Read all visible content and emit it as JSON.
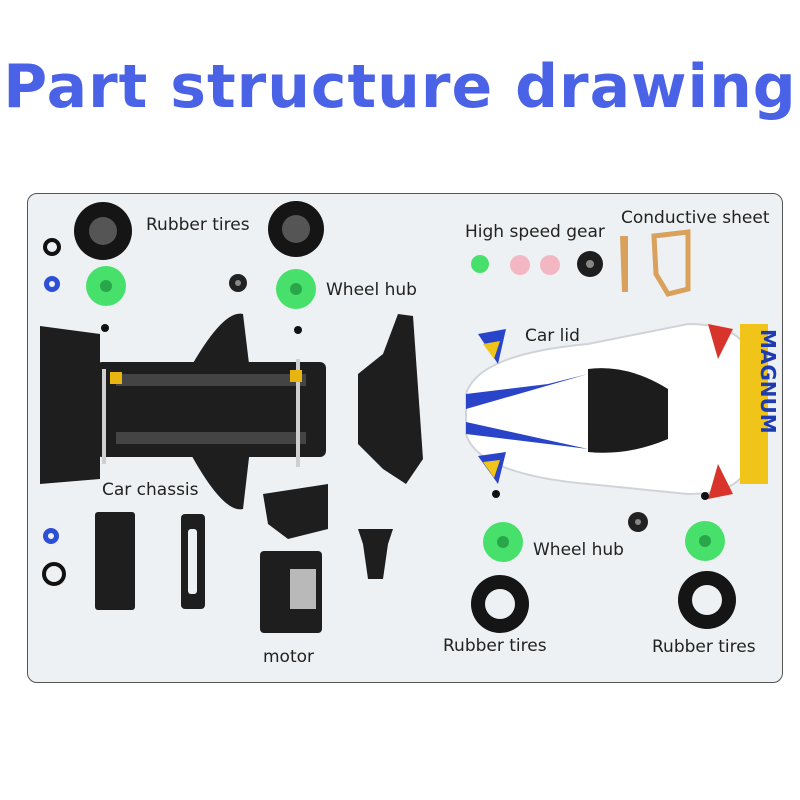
{
  "title": "Part structure drawing",
  "colors": {
    "title": "#4a63e6",
    "panel_bg": "#eef1f3",
    "chassis": "#1e1e1e",
    "hub_green": "#47e06a",
    "hub_blue": "#2d4fd6",
    "gear_pink": "#f3b7c4",
    "copper": "#d9a15c",
    "body_blue": "#2a44c9",
    "body_red": "#d8342c",
    "body_yellow": "#f0c419"
  },
  "labels": {
    "rubber_tires_top": "Rubber tires",
    "wheel_hub_top": "Wheel hub",
    "high_speed_gear": "High speed gear",
    "conductive_sheet": "Conductive sheet",
    "car_lid": "Car lid",
    "car_chassis": "Car chassis",
    "motor": "motor",
    "wheel_hub_bottom": "Wheel hub",
    "rubber_tires_bottom_left": "Rubber tires",
    "rubber_tires_bottom_right": "Rubber tires"
  },
  "body_text": "MAGNUM"
}
